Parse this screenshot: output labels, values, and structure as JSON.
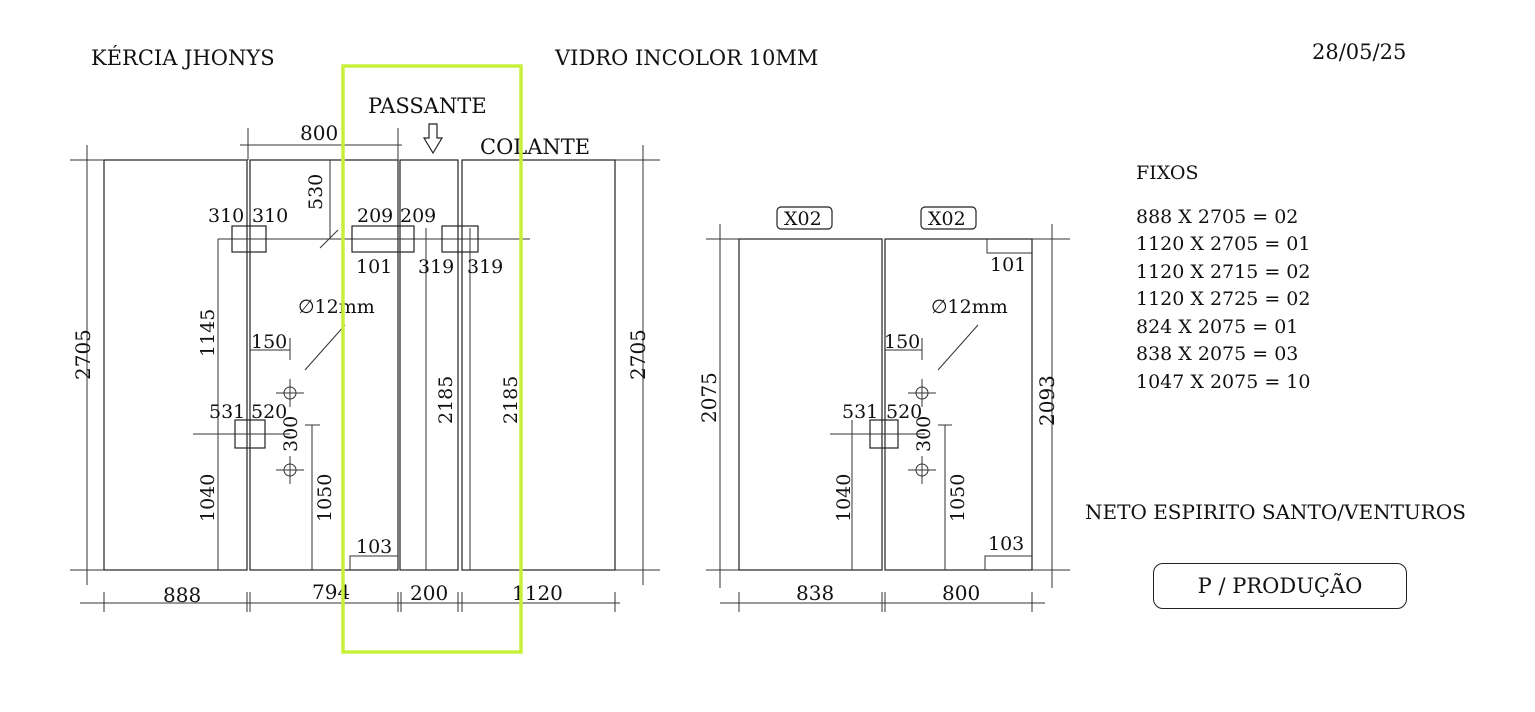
{
  "header": {
    "client_name": "KÉRCIA JHONYS",
    "glass_type": "VIDRO INCOLOR 10MM",
    "date": "28/05/25"
  },
  "labels": {
    "passante": "PASSANTE",
    "colante": "COLANTE",
    "hole_diameter": "∅12mm",
    "x02": "X02"
  },
  "left_drawing": {
    "overall_height": "2705",
    "top_width": "800",
    "dim_530": "530",
    "dim_310a": "310",
    "dim_310b": "310",
    "dim_209a": "209",
    "dim_209b": "209",
    "dim_101": "101",
    "dim_319a": "319",
    "dim_319b": "319",
    "dim_1145": "1145",
    "dim_150": "150",
    "dim_531": "531",
    "dim_520": "520",
    "dim_300": "300",
    "dim_1040": "1040",
    "dim_1050": "1050",
    "dim_2185a": "2185",
    "dim_2185b": "2185",
    "dim_103": "103",
    "bottom_widths": [
      "888",
      "794",
      "200",
      "1120"
    ]
  },
  "right_drawing": {
    "height_left": "2075",
    "height_right": "2093",
    "dim_101": "101",
    "dim_150": "150",
    "dim_531": "531",
    "dim_520": "520",
    "dim_300": "300",
    "dim_1040": "1040",
    "dim_1050": "1050",
    "dim_103": "103",
    "bottom_widths": [
      "838",
      "800"
    ]
  },
  "fixos": {
    "title": "FIXOS",
    "items": [
      "888 X 2705 = 02",
      "1120 X 2705 = 01",
      "1120 X 2715 = 02",
      "1120 X 2725 = 02",
      "824 X 2075 = 01",
      "838 X 2075 = 03",
      "1047 X 2075 = 10"
    ]
  },
  "client_location": "NETO ESPIRITO SANTO/VENTUROS",
  "production_button": "P / PRODUÇÃO",
  "colors": {
    "highlight": "#c6f03a",
    "line": "#222222"
  }
}
